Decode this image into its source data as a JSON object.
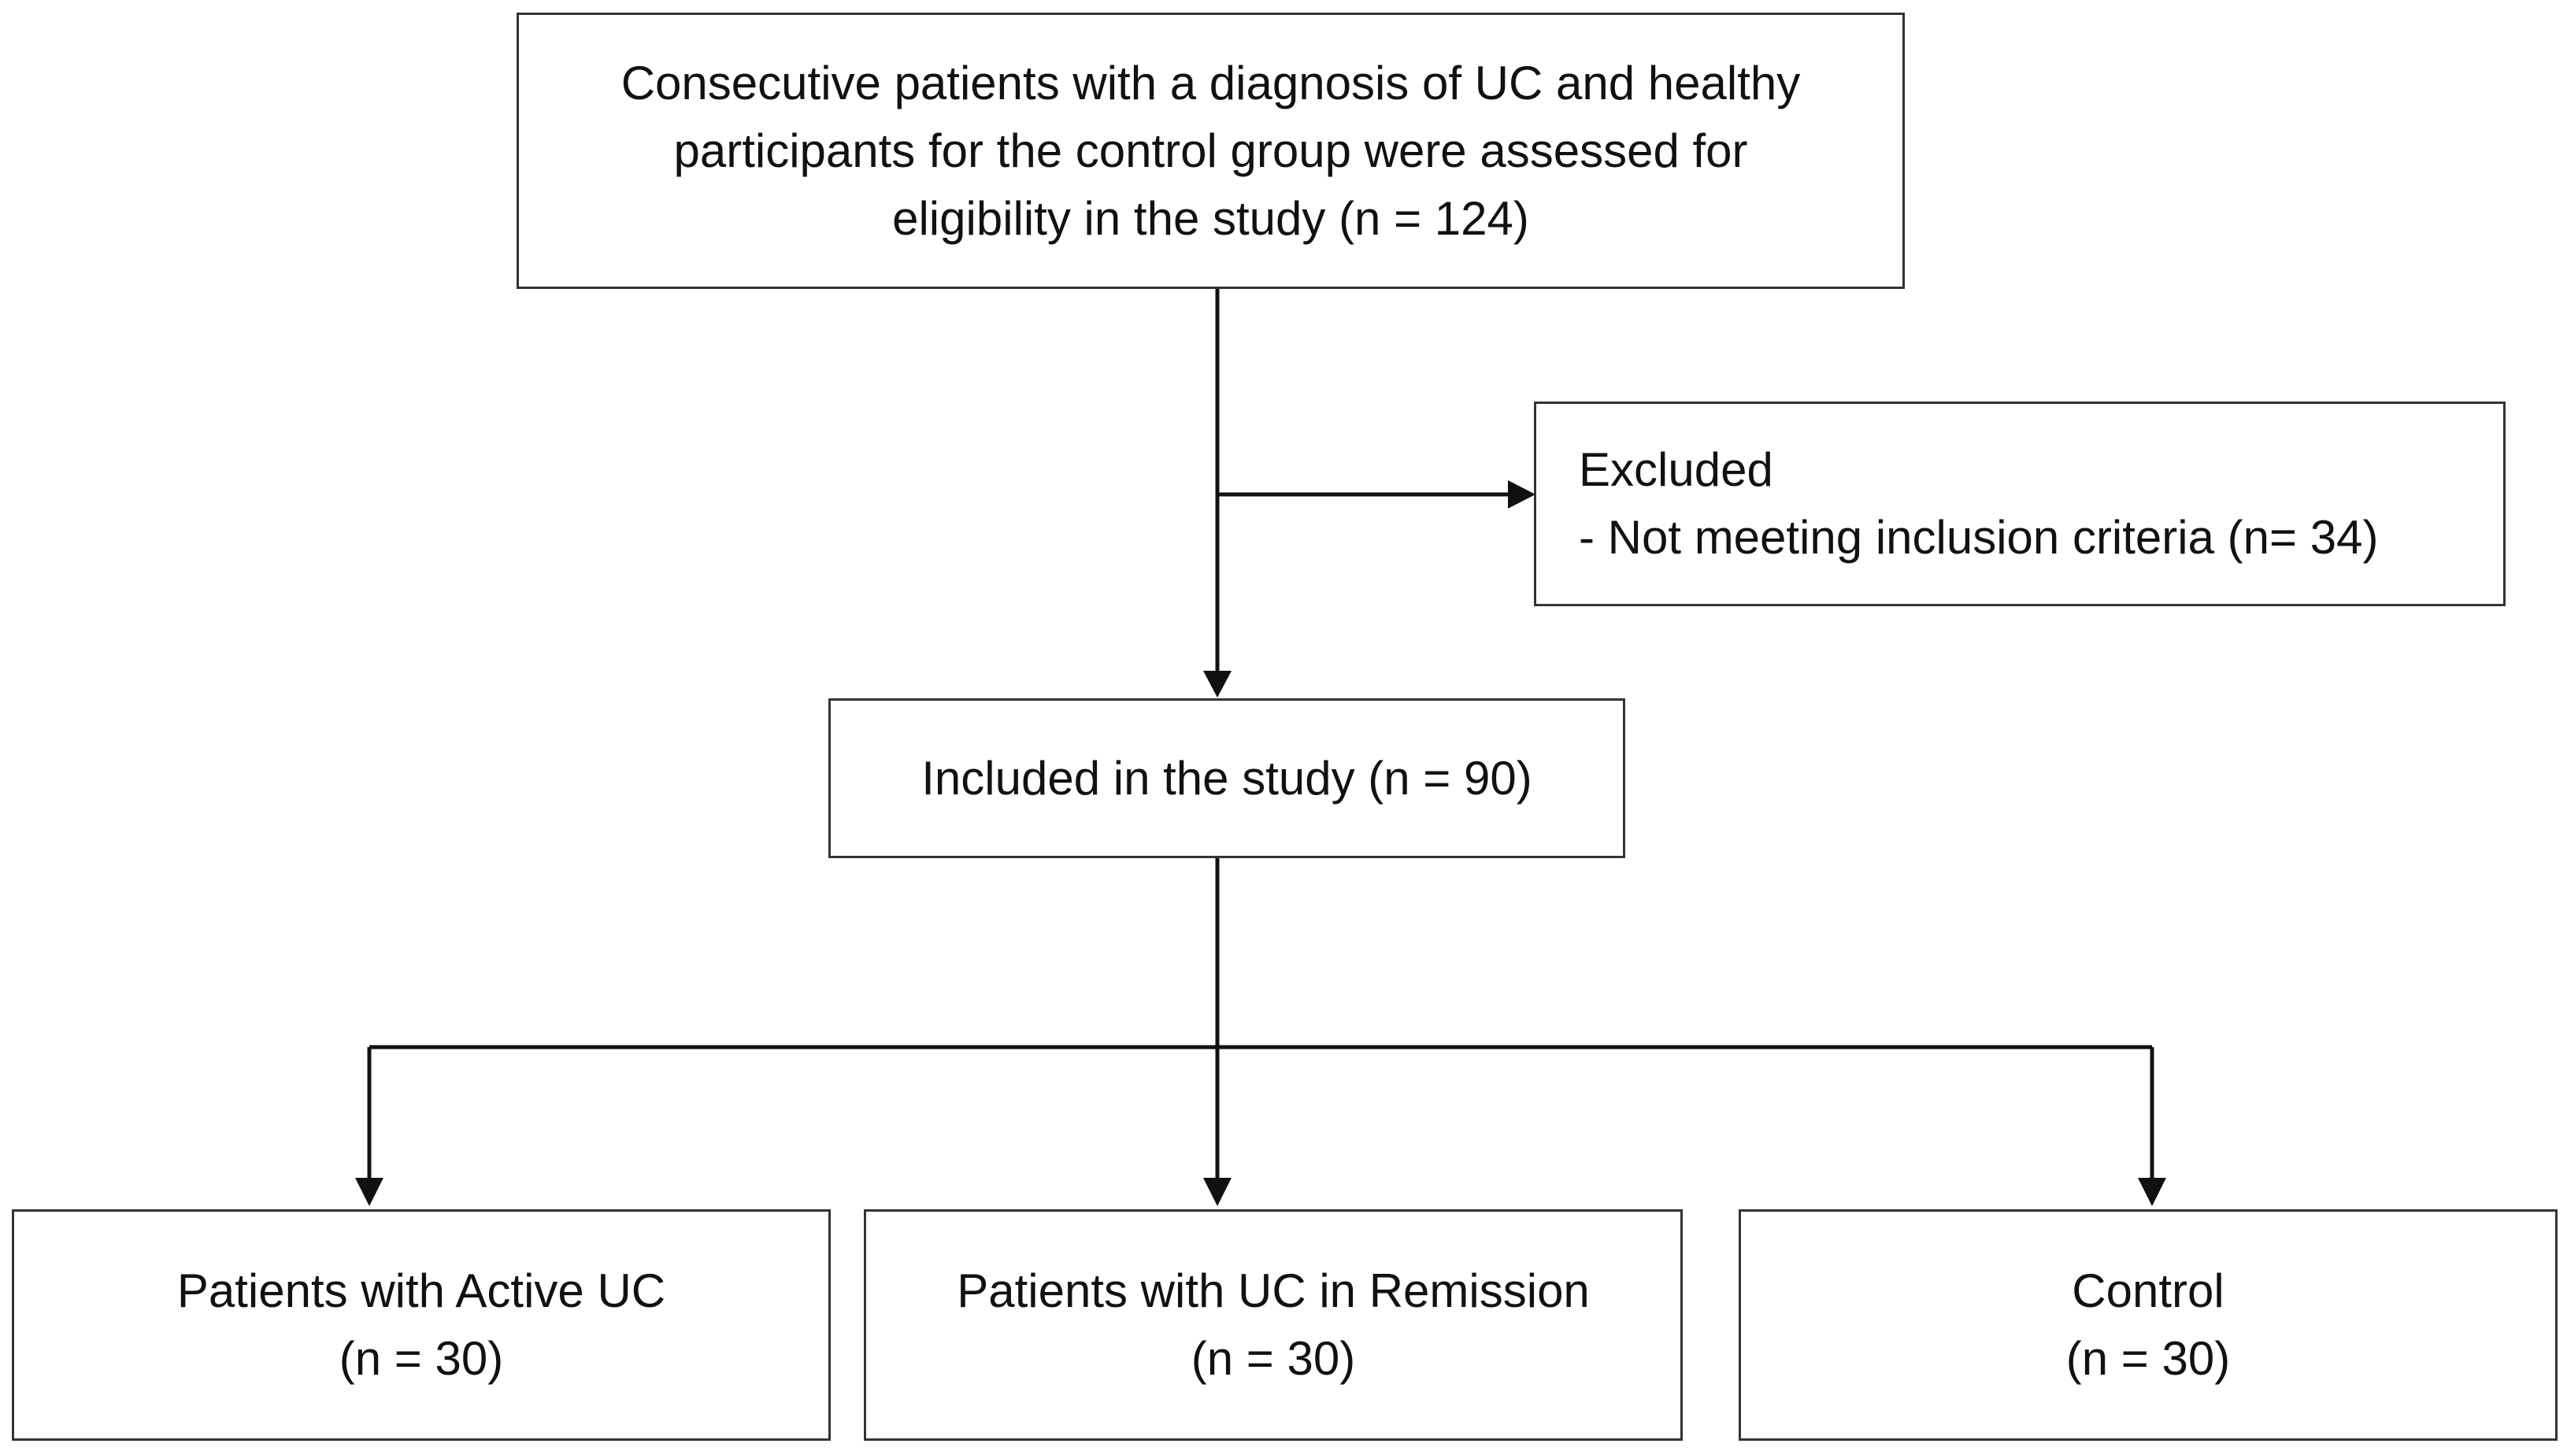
{
  "flowchart": {
    "assessed": {
      "lines": [
        "Consecutive patients with a diagnosis of UC and healthy",
        "participants for the control group were assessed for",
        "eligibility in the study (n = 124)"
      ]
    },
    "excluded": {
      "title": "Excluded",
      "reason": "-  Not meeting inclusion criteria (n= 34)"
    },
    "included": {
      "label": "Included in the study (n = 90)"
    },
    "groups": [
      {
        "label": "Patients with Active UC",
        "count": "(n = 30)"
      },
      {
        "label": "Patients with UC in Remission",
        "count": "(n = 30)"
      },
      {
        "label": "Control",
        "count": "(n = 30)"
      }
    ]
  }
}
